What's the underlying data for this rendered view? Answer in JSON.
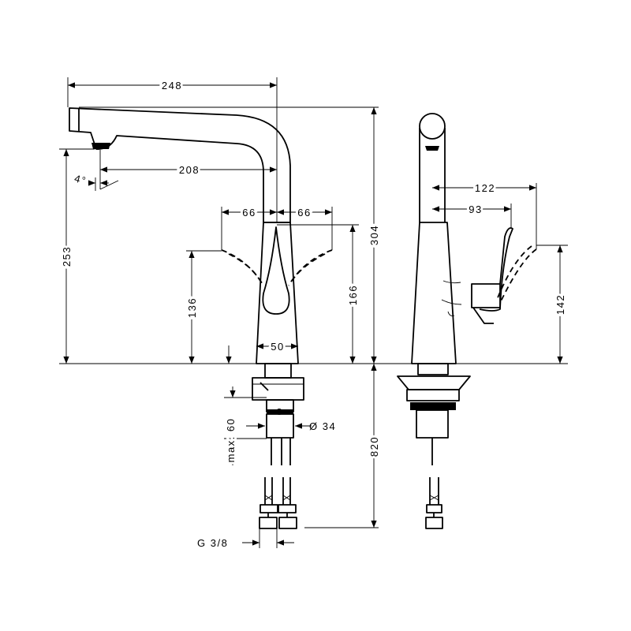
{
  "dimensions": {
    "overall_reach": "248",
    "spout_reach": "208",
    "spout_angle": "4°",
    "lever_left": "66",
    "lever_right": "66",
    "spout_height": "253",
    "total_height": "304",
    "lever_height": "166",
    "body_height": "136",
    "base_diameter": "50",
    "max_deck": "max. 60",
    "shank_diameter": "Ø 34",
    "hose_length": "820",
    "connection": "G 3/8",
    "side_reach_outer": "122",
    "side_reach_inner": "93",
    "side_lever_height": "142"
  }
}
